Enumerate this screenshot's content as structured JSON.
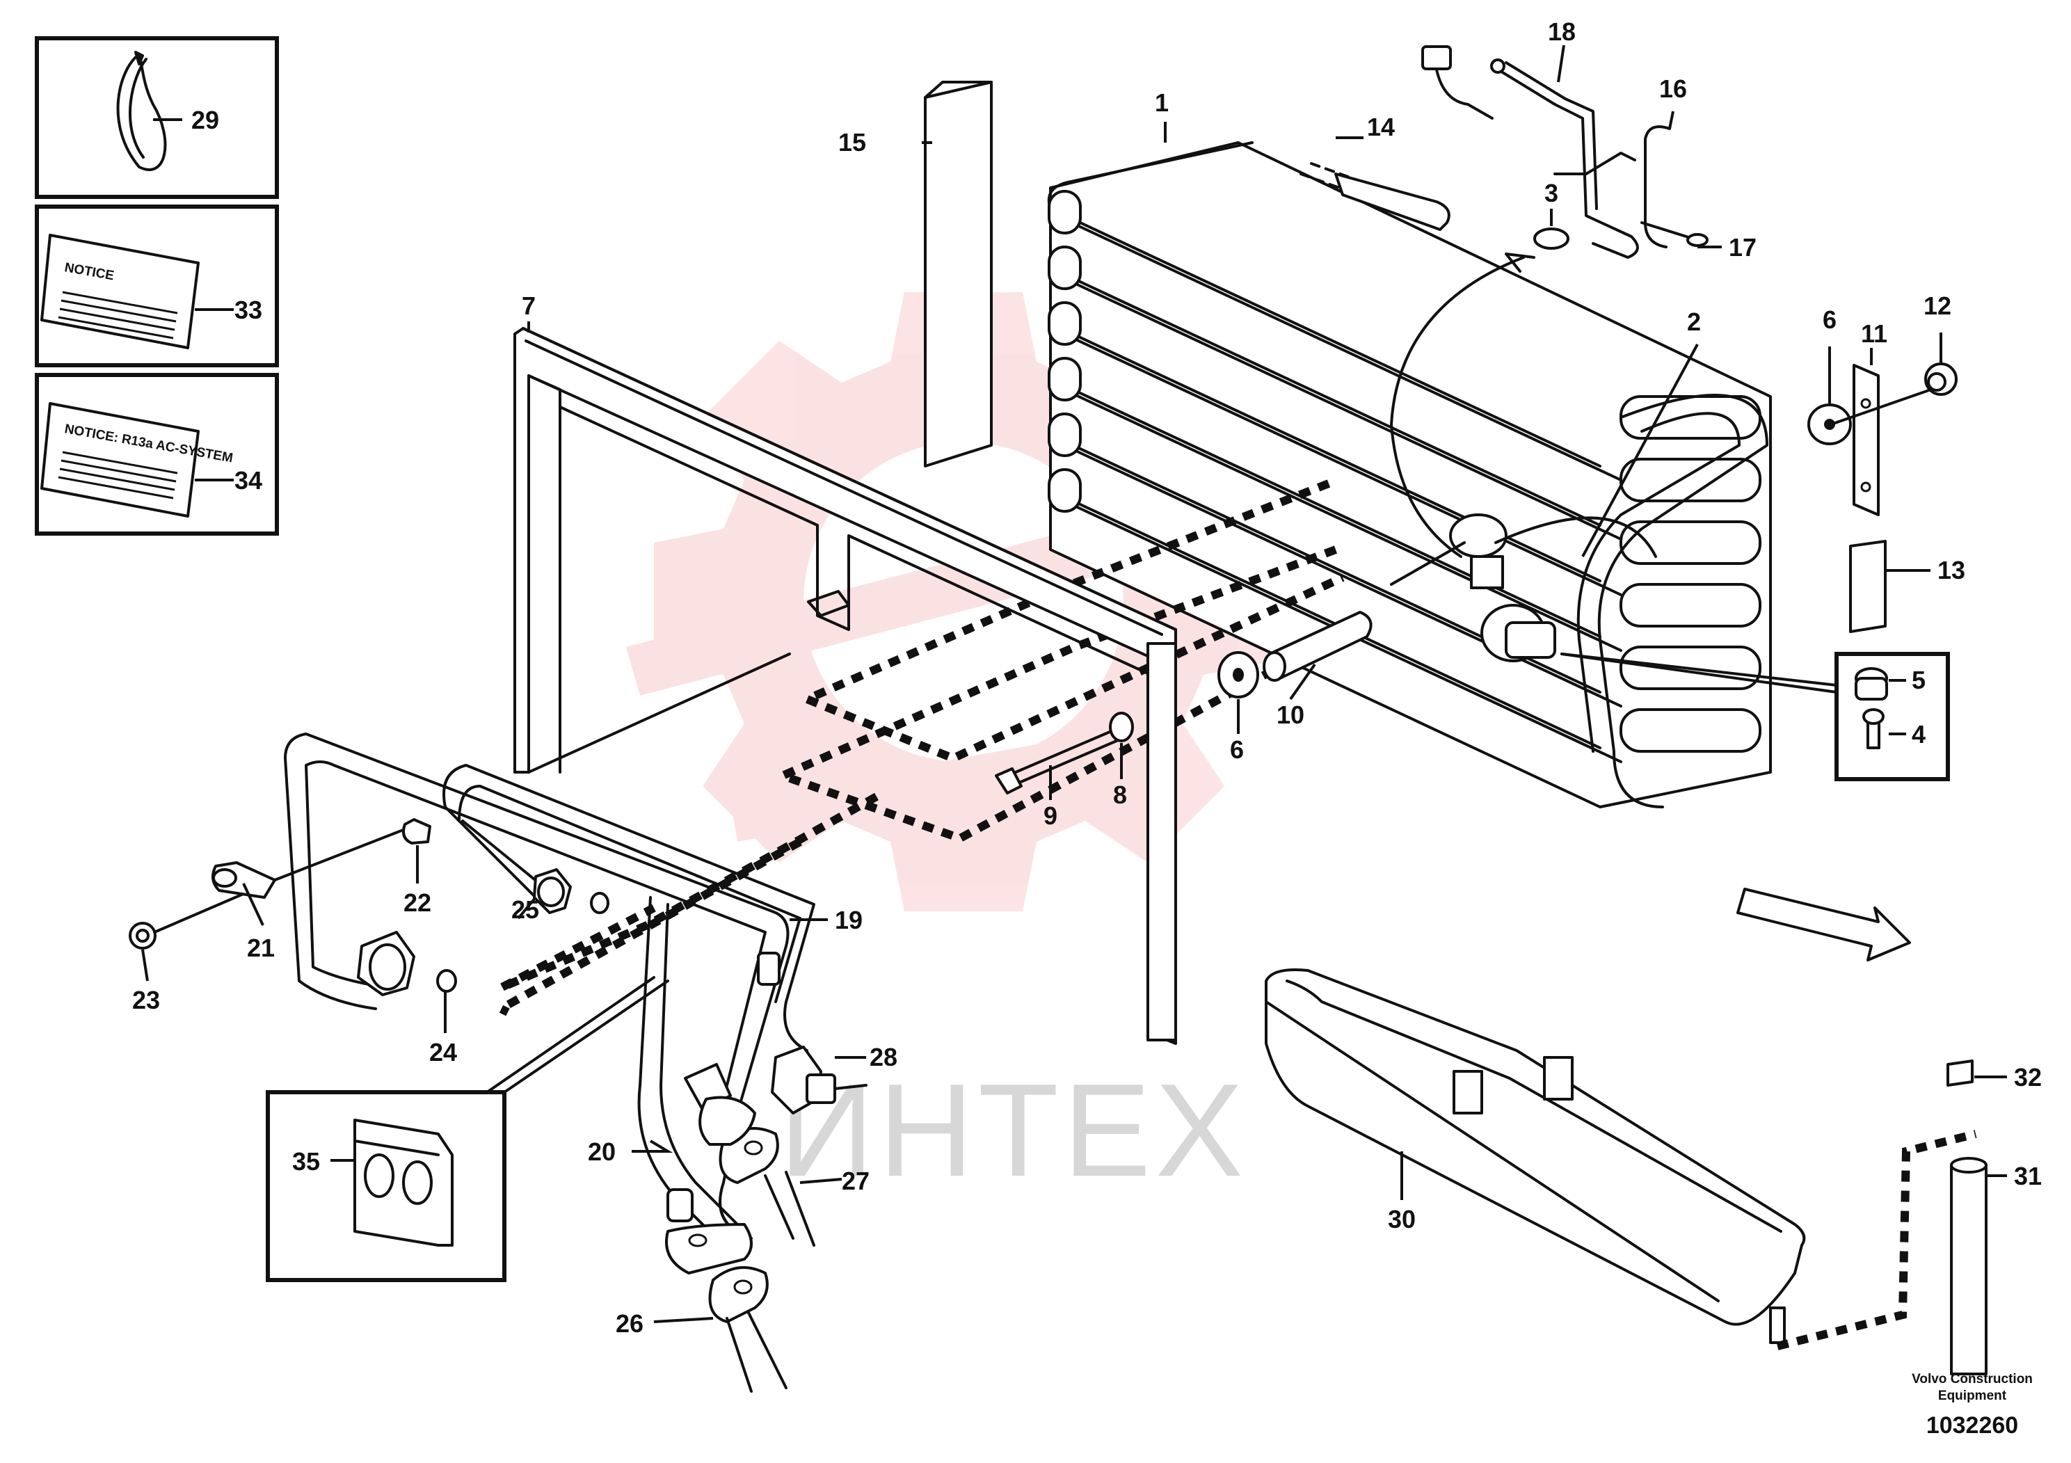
{
  "parts": [
    {
      "id": "1",
      "label": "1"
    },
    {
      "id": "2",
      "label": "2"
    },
    {
      "id": "3",
      "label": "3"
    },
    {
      "id": "4",
      "label": "4"
    },
    {
      "id": "5",
      "label": "5"
    },
    {
      "id": "6a",
      "label": "6"
    },
    {
      "id": "6b",
      "label": "6"
    },
    {
      "id": "7",
      "label": "7"
    },
    {
      "id": "8",
      "label": "8"
    },
    {
      "id": "9",
      "label": "9"
    },
    {
      "id": "10",
      "label": "10"
    },
    {
      "id": "11",
      "label": "11"
    },
    {
      "id": "12",
      "label": "12"
    },
    {
      "id": "13",
      "label": "13"
    },
    {
      "id": "14",
      "label": "14"
    },
    {
      "id": "15",
      "label": "15"
    },
    {
      "id": "16",
      "label": "16"
    },
    {
      "id": "17",
      "label": "17"
    },
    {
      "id": "18",
      "label": "18"
    },
    {
      "id": "19",
      "label": "19"
    },
    {
      "id": "20",
      "label": "20"
    },
    {
      "id": "21",
      "label": "21"
    },
    {
      "id": "22",
      "label": "22"
    },
    {
      "id": "23",
      "label": "23"
    },
    {
      "id": "24",
      "label": "24"
    },
    {
      "id": "25",
      "label": "25"
    },
    {
      "id": "26",
      "label": "26"
    },
    {
      "id": "27",
      "label": "27"
    },
    {
      "id": "28",
      "label": "28"
    },
    {
      "id": "29",
      "label": "29"
    },
    {
      "id": "30",
      "label": "30"
    },
    {
      "id": "31",
      "label": "31"
    },
    {
      "id": "32",
      "label": "32"
    },
    {
      "id": "33",
      "label": "33"
    },
    {
      "id": "34",
      "label": "34"
    },
    {
      "id": "35",
      "label": "35"
    }
  ],
  "decals": {
    "notice": "NOTICE",
    "notice_r134a": "NOTICE: R13a AC-SYSTEM"
  },
  "footer": {
    "brand_line1": "Volvo Construction",
    "brand_line2": "Equipment",
    "doc_number": "1032260"
  },
  "watermark": {
    "text": "ИНТЕХ",
    "logo_color": "#e8383d"
  }
}
